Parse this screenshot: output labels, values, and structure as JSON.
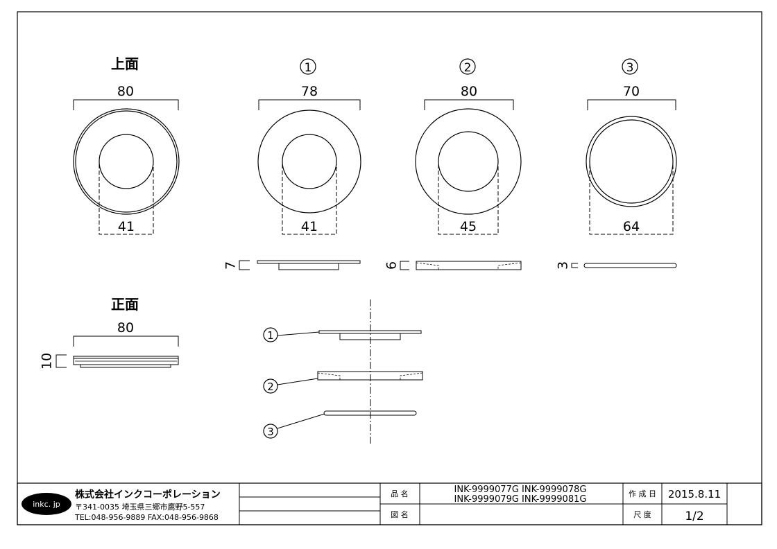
{
  "views": {
    "top": {
      "label": "上面",
      "width": "80",
      "hole": "41"
    },
    "part1": {
      "label": "①",
      "width": "78",
      "hole": "41",
      "thickness": "7"
    },
    "part2": {
      "label": "②",
      "width": "80",
      "hole": "45",
      "thickness": "6"
    },
    "part3": {
      "label": "③",
      "width": "70",
      "hole": "64",
      "thickness": "3"
    },
    "front": {
      "label": "正面",
      "width": "80",
      "height": "10"
    },
    "assembly": {
      "labels": [
        "①",
        "②",
        "③"
      ]
    }
  },
  "title_block": {
    "logo": "inkc. jp",
    "company": "株式会社インクコーポレーション",
    "address": "〒341-0035 埼玉県三郷市鷹野5-557",
    "contact": "TEL:048-956-9889  FAX:048-956-9868",
    "part_name_label": "品 名",
    "part_names_line1": "INK-9999077G  INK-9999078G",
    "part_names_line2": "INK-9999079G  INK-9999081G",
    "drawing_name_label": "図 名",
    "date_label": "作 成 日",
    "date": "2015.8.11",
    "scale_label": "尺 度",
    "scale": "1/2"
  }
}
